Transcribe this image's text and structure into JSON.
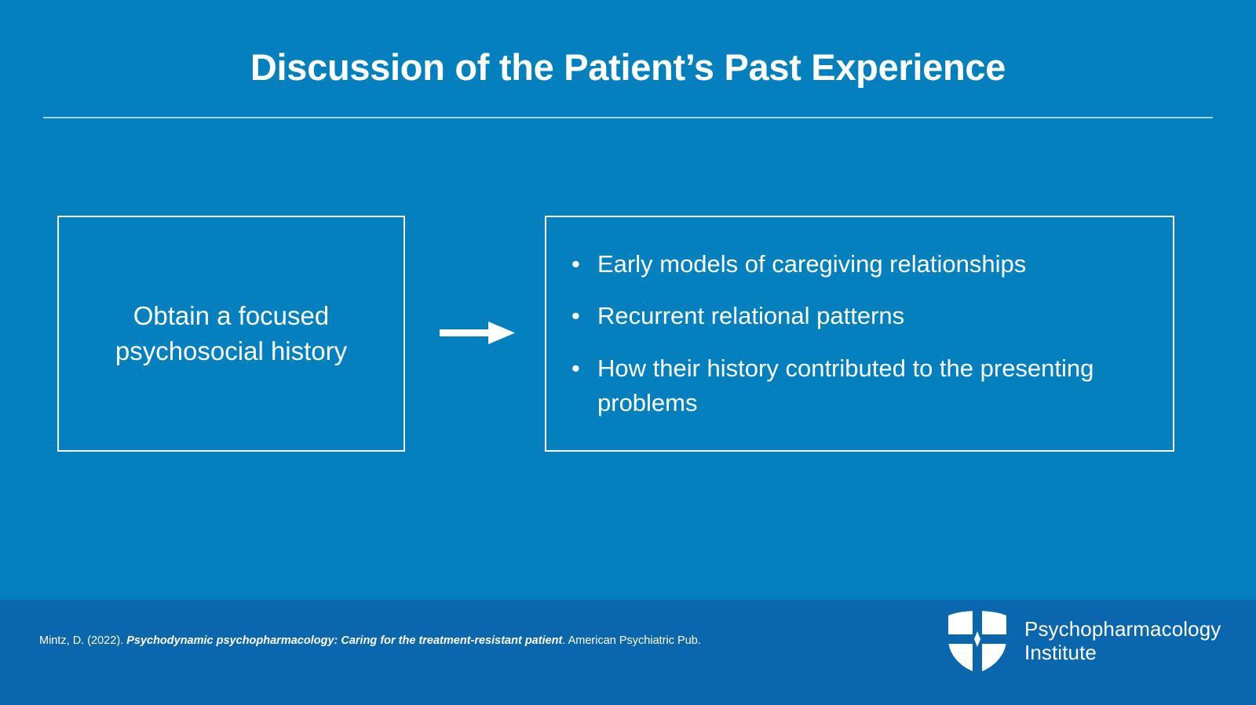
{
  "slide": {
    "title": "Discussion of the Patient’s Past Experience",
    "background_color": "#0580bf",
    "footer_color": "#0a67ae",
    "text_color": "#ffffff"
  },
  "left_box": {
    "text": "Obtain a focused\npsychosocial history"
  },
  "arrow": {
    "label": "right-arrow"
  },
  "right_box": {
    "bullet_marker": "•",
    "bullets": [
      "Early models of caregiving relationships",
      "Recurrent relational patterns",
      "How their history contributed to the presenting problems"
    ]
  },
  "footer": {
    "citation": {
      "prefix": "Mintz, D. (2022). ",
      "work_title": "Psychodynamic psychopharmacology: Caring for the treatment-resistant patient",
      "suffix": ". American Psychiatric Pub."
    },
    "logo": {
      "shield_icon": "shield-icon",
      "name": "Psychopharmacology\nInstitute"
    }
  }
}
